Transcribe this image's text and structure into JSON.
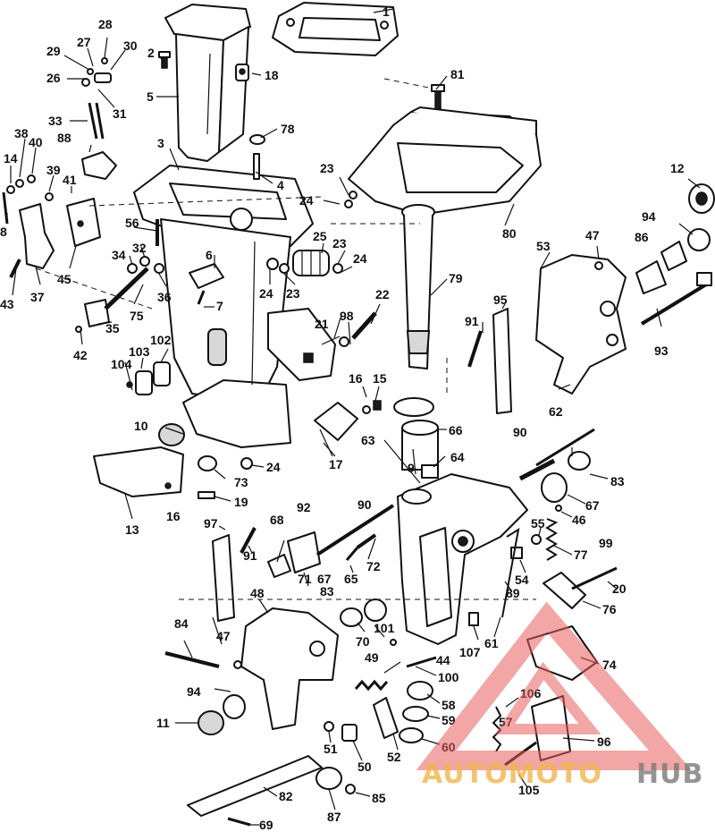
{
  "callouts": {
    "n1": "1",
    "n2": "2",
    "n3": "3",
    "n4": "4",
    "n5": "5",
    "n6": "6",
    "n7": "7",
    "n8": "8",
    "n9": "9",
    "n10": "10",
    "n11": "11",
    "n12": "12",
    "n13": "13",
    "n14": "14",
    "n15": "15",
    "n16": "16",
    "n17": "17",
    "n18": "18",
    "n19": "19",
    "n20": "20",
    "n21": "21",
    "n22": "22",
    "n23": "23",
    "n24": "24",
    "n25": "25",
    "n26": "26",
    "n27": "27",
    "n28": "28",
    "n29": "29",
    "n30": "30",
    "n31": "31",
    "n32": "32",
    "n33": "33",
    "n34": "34",
    "n35": "35",
    "n36": "36",
    "n37": "37",
    "n38": "38",
    "n39": "39",
    "n40": "40",
    "n41": "41",
    "n42": "42",
    "n43": "43",
    "n44": "44",
    "n45": "45",
    "n46": "46",
    "n47": "47",
    "n48": "48",
    "n49": "49",
    "n50": "50",
    "n51": "51",
    "n52": "52",
    "n53": "53",
    "n54": "54",
    "n55": "55",
    "n56": "56",
    "n57": "57",
    "n58": "58",
    "n59": "59",
    "n60": "60",
    "n61": "61",
    "n62": "62",
    "n63": "63",
    "n64": "64",
    "n65": "65",
    "n66": "66",
    "n67": "67",
    "n68": "68",
    "n69": "69",
    "n70": "70",
    "n71": "71",
    "n72": "72",
    "n73": "73",
    "n74": "74",
    "n75": "75",
    "n76": "76",
    "n77": "77",
    "n78": "78",
    "n79": "79",
    "n80": "80",
    "n81": "81",
    "n82": "82",
    "n83": "83",
    "n84": "84",
    "n85": "85",
    "n86": "86",
    "n87": "87",
    "n88": "88",
    "n89": "89",
    "n90": "90",
    "n91": "91",
    "n92": "92",
    "n93": "93",
    "n94": "94",
    "n95": "95",
    "n96": "96",
    "n97": "97",
    "n98": "98",
    "n99": "99",
    "n100": "100",
    "n101": "101",
    "n102": "102",
    "n103": "103",
    "n104": "104",
    "n105": "105",
    "n106": "106",
    "n107": "107"
  },
  "watermark": {
    "text_part1": "AUTOMOTO",
    "text_part2": "HUB",
    "color_triangle": "#e85c5c",
    "color_text1": "#f2b54a",
    "color_text2": "#7a7a7a"
  },
  "colors": {
    "line": "#111111",
    "background": "#ffffff"
  }
}
